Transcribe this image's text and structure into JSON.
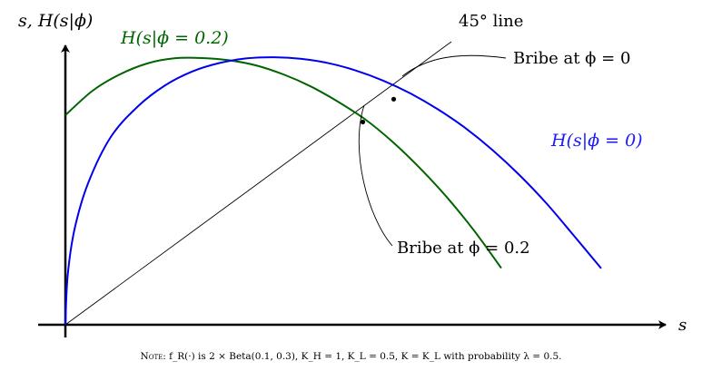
{
  "chart_data": {
    "type": "line",
    "y_axis_label": "s, H(s|φ)",
    "x_axis_label": "s",
    "series": [
      {
        "name": "H(s|φ = 0.2)",
        "color": "#006400",
        "s": [
          0.0,
          0.06,
          0.12,
          0.18,
          0.24,
          0.3,
          0.36,
          0.42,
          0.48,
          0.54,
          0.6,
          0.66,
          0.72,
          0.78,
          0.84,
          0.9,
          0.96
        ],
        "H": [
          0.77,
          0.86,
          0.92,
          0.96,
          0.979,
          0.98,
          0.972,
          0.953,
          0.92,
          0.876,
          0.82,
          0.755,
          0.673,
          0.577,
          0.469,
          0.346,
          0.208
        ]
      },
      {
        "name": "H(s|φ = 0)",
        "color": "#0000ee",
        "s": [
          0.0,
          0.005,
          0.02,
          0.05,
          0.1,
          0.16,
          0.22,
          0.28,
          0.34,
          0.4,
          0.46,
          0.52,
          0.58,
          0.64,
          0.7,
          0.76,
          0.82,
          0.88,
          0.94,
          1.0,
          1.06,
          1.12,
          1.18
        ],
        "H": [
          0.0,
          0.18,
          0.35,
          0.52,
          0.69,
          0.803,
          0.88,
          0.931,
          0.962,
          0.979,
          0.983,
          0.977,
          0.961,
          0.934,
          0.897,
          0.85,
          0.792,
          0.724,
          0.643,
          0.55,
          0.445,
          0.327,
          0.207
        ]
      }
    ],
    "reference_line": {
      "label": "45° line",
      "s": [
        0.0,
        0.85
      ],
      "H": [
        0.0,
        1.04
      ]
    },
    "points": [
      {
        "label": "Bribe at φ = 0",
        "s": 0.723,
        "H": 0.829
      },
      {
        "label": "Bribe at φ = 0.2",
        "s": 0.655,
        "H": 0.745
      }
    ]
  },
  "labels": {
    "y_axis": "s, H(s|ϕ)",
    "x_axis": "s",
    "curve_green": "H(s|ϕ = 0.2)",
    "curve_blue": "H(s|ϕ = 0)",
    "reference": "45° line",
    "bribe_zero": "Bribe at ϕ = 0",
    "bribe_two": "Bribe at ϕ = 0.2"
  },
  "note": {
    "prefix": "Note:",
    "text": "f_R(·) is 2 × Beta(0.1, 0.3), K_H = 1, K_L = 0.5, K = K_L with probability λ = 0.5."
  }
}
